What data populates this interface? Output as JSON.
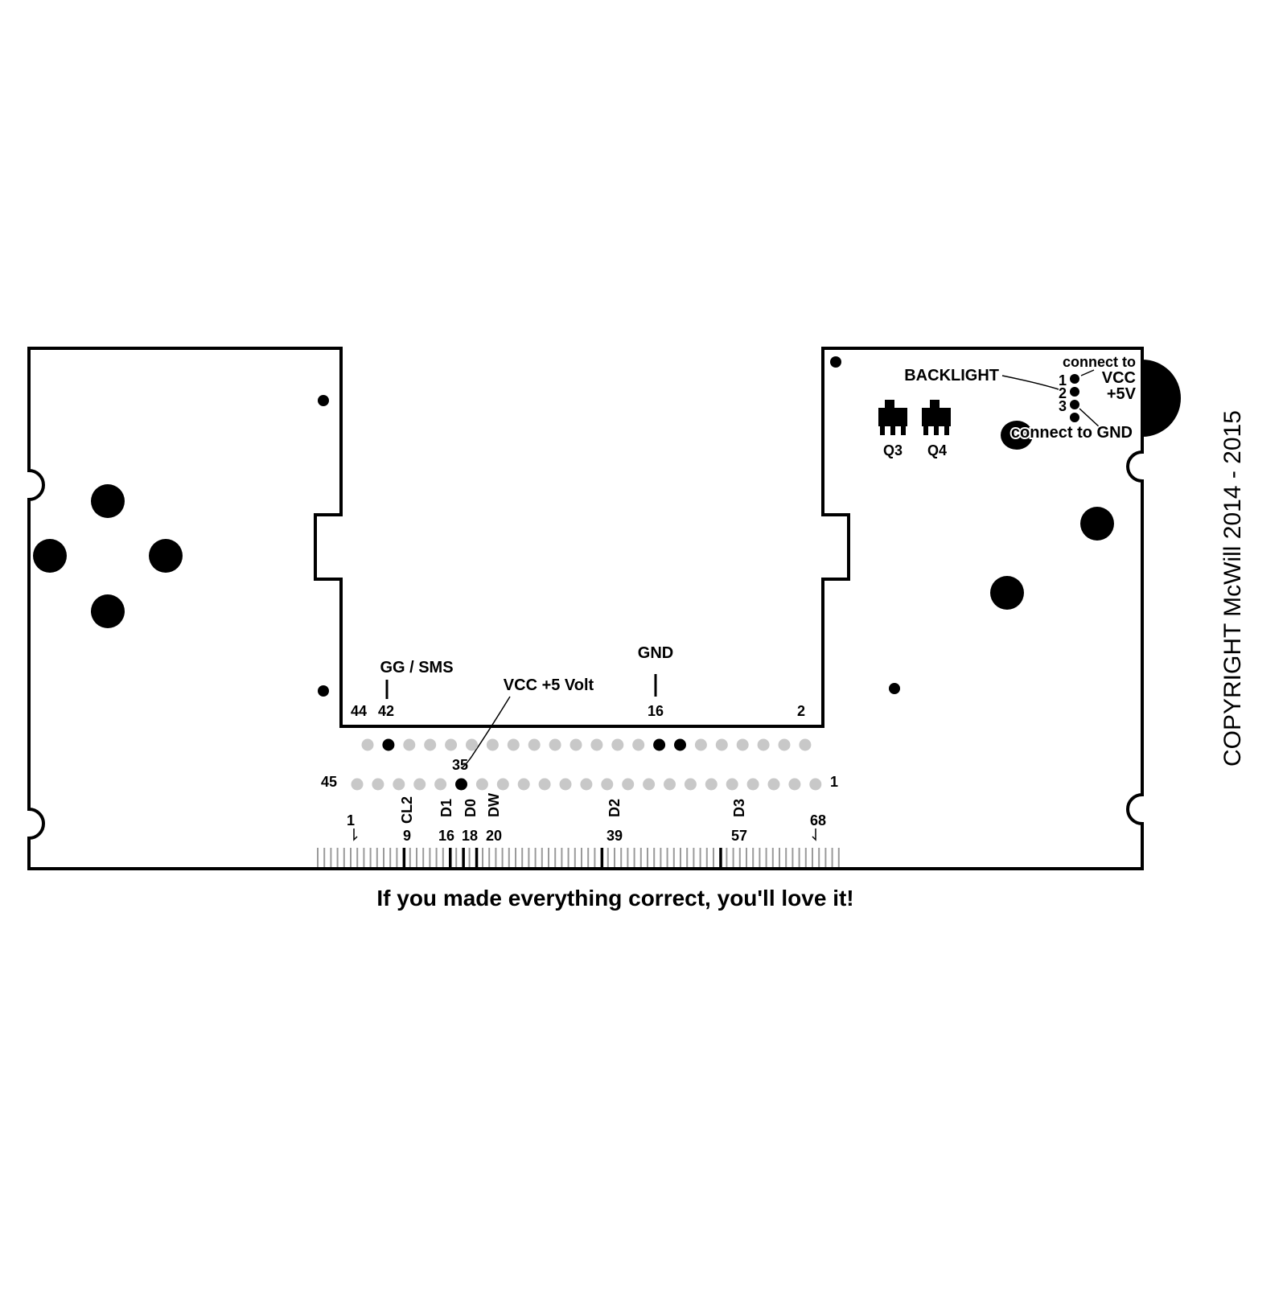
{
  "labels": {
    "gg_sms": "GG / SMS",
    "gnd": "GND",
    "vcc_5volt": "VCC +5 Volt",
    "backlight": "BACKLIGHT",
    "connect_to_top": "connect to",
    "vcc": "VCC",
    "plus5v": "+5V",
    "connect_to_gnd": "connect to GND",
    "q3": "Q3",
    "q4": "Q4"
  },
  "backlight_pins": [
    "1",
    "2",
    "3"
  ],
  "top_row_numbers": {
    "p44": "44",
    "p42": "42",
    "p16": "16",
    "p2": "2"
  },
  "bottom_row_numbers": {
    "p45": "45",
    "p35": "35",
    "p1": "1"
  },
  "signals": {
    "cl2": "CL2",
    "d1": "D1",
    "d0": "D0",
    "dw": "DW",
    "d2": "D2",
    "d3": "D3"
  },
  "edge_numbers": {
    "n1": "1",
    "n9": "9",
    "n16": "16",
    "n18": "18",
    "n20": "20",
    "n39": "39",
    "n57": "57",
    "n68": "68"
  },
  "caption": "If you made everything correct, you'll love it!",
  "copyright": "COPYRIGHT McWill 2014 - 2015",
  "colors": {
    "ink": "#000000",
    "pad_grey": "#c8c8c8",
    "background": "#ffffff"
  }
}
